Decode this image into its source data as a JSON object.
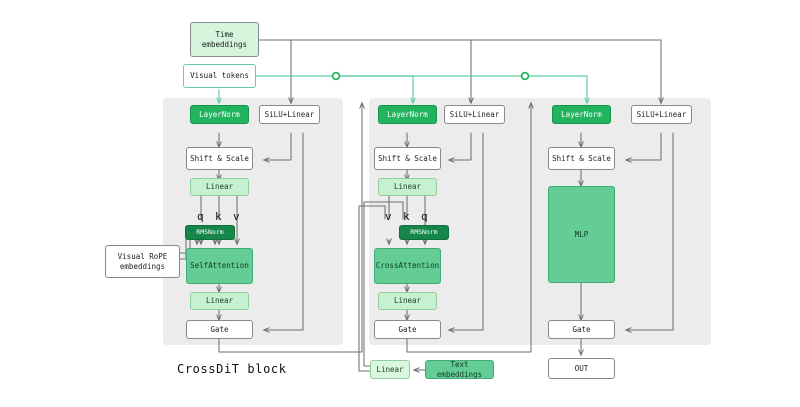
{
  "diagram": {
    "title": "CrossDiT block",
    "caption": "CrossDiT block",
    "colors": {
      "panel_bg": "#ececec",
      "dark_green": "#22b35f",
      "darker_green": "#17864a",
      "mid_green": "#64cd95",
      "light_green": "#c6f0cf",
      "pale_green": "#d9f7df",
      "teal_wire": "#5ecfa2",
      "gray_wire": "#6f6f6f",
      "box_border": "#8a8a8a",
      "text_dark": "#1b1b1b"
    },
    "inputs": {
      "time_embeddings": "Time\nembeddings",
      "visual_tokens": "Visual tokens",
      "visual_rope": "Visual RoPE\nembeddings",
      "text_embeddings": "Text embeddings",
      "text_linear": "Linear"
    },
    "output": {
      "out": "OUT"
    },
    "columns": [
      {
        "id": "self-attention-column",
        "layernorm": "LayerNorm",
        "silu_linear": "SiLU+Linear",
        "shift_scale": "Shift & Scale",
        "linear_in": "Linear",
        "rmsnorm": "RMSNorm",
        "attention": "SelfAttention",
        "linear_out": "Linear",
        "gate": "Gate",
        "qkv_labels": [
          "q",
          "k",
          "v"
        ]
      },
      {
        "id": "cross-attention-column",
        "layernorm": "LayerNorm",
        "silu_linear": "SiLU+Linear",
        "shift_scale": "Shift & Scale",
        "linear_in": "Linear",
        "rmsnorm": "RMSNorm",
        "attention": "CrossAttention",
        "linear_out": "Linear",
        "gate": "Gate",
        "qkv_labels": [
          "v",
          "k",
          "q"
        ]
      },
      {
        "id": "mlp-column",
        "layernorm": "LayerNorm",
        "silu_linear": "SiLU+Linear",
        "shift_scale": "Shift & Scale",
        "mlp": "MLP",
        "gate": "Gate",
        "qkv_labels": []
      }
    ]
  }
}
